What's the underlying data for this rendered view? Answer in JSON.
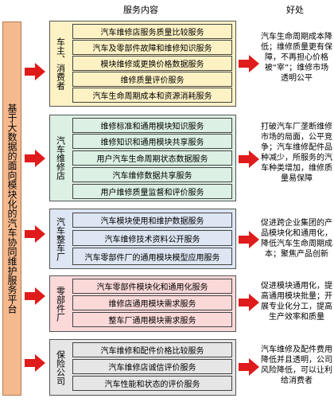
{
  "header": {
    "service_content": "服务内容",
    "benefit": "好处"
  },
  "platform": {
    "label": "基于大数据的面向模块化的汽车协同维护服务平台"
  },
  "groups": [
    {
      "label": "车主、消费者",
      "color": "#fdf2c4",
      "items": [
        "汽车维修店服务质量比较服务",
        "汽车及零部件故障和维修知识服务",
        "模块维修或更换价格数据服务",
        "维修质量评价服务",
        "汽车生命周期成本和资源消耗服务"
      ],
      "benefit": "汽车生命周期成本降低；维修质量更有保障，不再担心价格被“宰”；维修市场透明公平"
    },
    {
      "label": "汽车维修店",
      "color": "#dcf0e4",
      "items": [
        "维修标准和通用模块知识服务",
        "维修知识和通用模块共享服务",
        "用户汽车生命周期状态数据服务",
        "汽车维修数据共享服务",
        "用户维修质量监督和评价服务"
      ],
      "benefit": "打破汽车厂垄断维修市场的局面，公平竞争；汽车维修配件品种减少，所服务的汽车种类增加，维修质量易保障"
    },
    {
      "label": "汽车整车厂",
      "color": "#dde6f2",
      "items": [
        "汽车模块使用和维护数据服务",
        "汽车维修技术资料公开服务",
        "汽车零部件厂的通用模块模型应用服务"
      ],
      "benefit": "促进跨企业集团的产品模块化和通用化，降低汽车生命周期成本；聚焦产品创新"
    },
    {
      "label": "零部件厂",
      "color": "#fbd9d9",
      "items": [
        "汽车零部件模块化和通用化服务",
        "维修店通用模块需求服务",
        "整车厂通用模块需求服务"
      ],
      "benefit": "促进模块通用化，提高通用模块批量；开展专业化分工，提高生产效率和质量"
    },
    {
      "label": "保险公司",
      "color": "#e6e6e6",
      "items": [
        "汽车维修和配件价格比较服务",
        "汽车维修店诚信评价服务",
        "汽车性能和状态的评价服务"
      ],
      "benefit": "汽车维修及配件费用降低并且透明，公司风险降低，可以让利给消费者"
    }
  ]
}
